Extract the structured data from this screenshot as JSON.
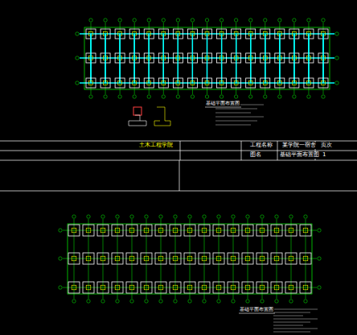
{
  "diagram": {
    "labels": [
      "土木工程学院",
      "工程名称",
      "某学院一宿舍",
      "页次",
      "图名",
      "基础平面布置图",
      "1",
      "基础平面布置图",
      "基础平面布置图"
    ]
  }
}
